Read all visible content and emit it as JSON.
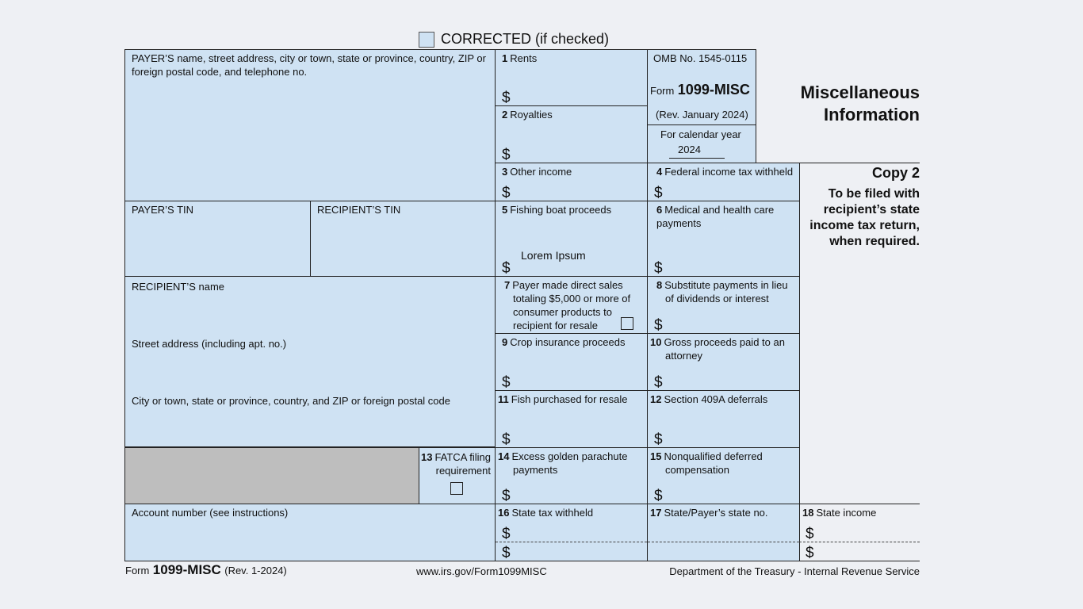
{
  "corrected": {
    "label": "CORRECTED (if checked)"
  },
  "payer_block": {
    "label": "PAYER’S name, street address, city or town, state or province, country, ZIP or foreign postal code, and telephone no."
  },
  "payer_tin": {
    "label": "PAYER’S TIN"
  },
  "recipient_tin": {
    "label": "RECIPIENT’S TIN"
  },
  "recipient_name": {
    "label": "RECIPIENT’S name"
  },
  "street": {
    "label": "Street address (including apt. no.)"
  },
  "city": {
    "label": "City or town, state or province, country, and ZIP or foreign postal code"
  },
  "account": {
    "label": "Account number (see instructions)"
  },
  "omb": {
    "number": "OMB No. 1545-0115",
    "form_prefix": "Form",
    "form_name": "1099-MISC",
    "rev": "(Rev. January 2024)",
    "cal_year_label": "For calendar year",
    "cal_year": "2024"
  },
  "title": {
    "line1": "Miscellaneous",
    "line2": "Information"
  },
  "copy": {
    "label": "Copy 2",
    "text": "To be filed with recipient’s state income tax return, when required."
  },
  "dollar_sign": "$",
  "boxes": {
    "b1": {
      "num": "1",
      "label": "Rents"
    },
    "b2": {
      "num": "2",
      "label": "Royalties"
    },
    "b3": {
      "num": "3",
      "label": "Other income"
    },
    "b4": {
      "num": "4",
      "label": "Federal income tax withheld"
    },
    "b5": {
      "num": "5",
      "label": "Fishing boat proceeds",
      "value": "Lorem Ipsum"
    },
    "b6": {
      "num": "6",
      "label": "Medical and health care payments"
    },
    "b7": {
      "num": "7",
      "label": "Payer made direct sales totaling $5,000 or more of consumer products to recipient for resale"
    },
    "b8": {
      "num": "8",
      "label": "Substitute payments in lieu of dividends or interest"
    },
    "b9": {
      "num": "9",
      "label": "Crop insurance proceeds"
    },
    "b10": {
      "num": "10",
      "label": "Gross proceeds paid to an attorney"
    },
    "b11": {
      "num": "11",
      "label": "Fish purchased for resale"
    },
    "b12": {
      "num": "12",
      "label": "Section 409A deferrals"
    },
    "b13": {
      "num": "13",
      "label": "FATCA filing requirement"
    },
    "b14": {
      "num": "14",
      "label": "Excess golden parachute payments"
    },
    "b15": {
      "num": "15",
      "label": "Nonqualified deferred compensation"
    },
    "b16": {
      "num": "16",
      "label": "State tax withheld"
    },
    "b17": {
      "num": "17",
      "label": "State/Payer’s state no."
    },
    "b18": {
      "num": "18",
      "label": "State income"
    }
  },
  "footer": {
    "form_prefix": "Form",
    "form_name": "1099-MISC",
    "rev": "(Rev. 1-2024)",
    "url": "www.irs.gov/Form1099MISC",
    "dept": "Department of the Treasury - Internal Revenue Service"
  }
}
